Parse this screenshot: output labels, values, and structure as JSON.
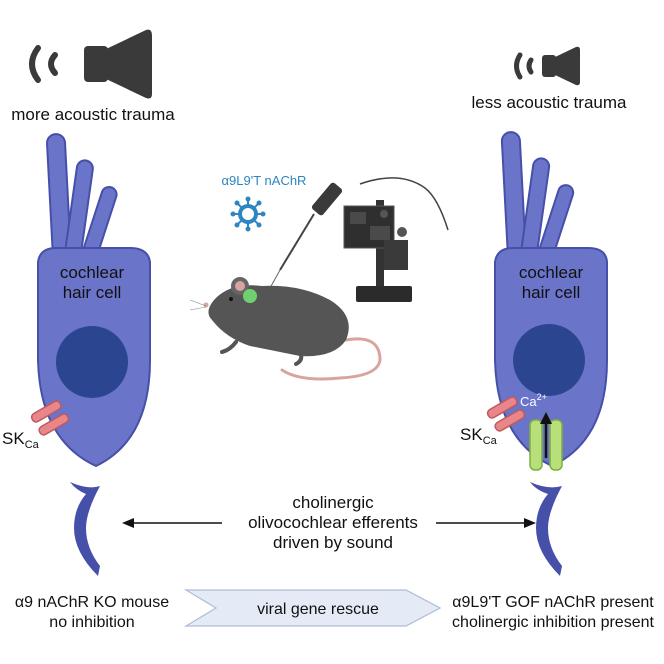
{
  "left_panel": {
    "title": "more acoustic trauma",
    "cell_label_line1": "cochlear",
    "cell_label_line2": "hair cell",
    "channel_label_main": "SK",
    "channel_label_sub": "Ca",
    "bottom_line1": "α9 nAChR KO mouse",
    "bottom_line2": "no inhibition"
  },
  "right_panel": {
    "title": "less acoustic trauma",
    "cell_label_line1": "cochlear",
    "cell_label_line2": "hair cell",
    "channel_label_main": "SK",
    "channel_label_sub": "Ca",
    "ion_label_main": "Ca",
    "ion_label_sup": "2+",
    "bottom_line1": "α9L9'T GOF nAChR present",
    "bottom_line2": "cholinergic inhibition present"
  },
  "center": {
    "vector_label": "α9L9'T nAChR",
    "efferent_line1": "cholinergic",
    "efferent_line2": "olivocochlear efferents",
    "efferent_line3": "driven by sound",
    "rescue_label": "viral gene rescue"
  },
  "colors": {
    "hair_cell": "#6a74c9",
    "hair_cell_stroke": "#4650a8",
    "nucleus": "#2b4590",
    "sk_channel": "#e8868a",
    "nachr_channel": "#b8e07a",
    "virus": "#2e86c1",
    "mouse": "#555555",
    "speaker": "#3a3a3a",
    "rescue_arrow": "#e4ebf7"
  }
}
